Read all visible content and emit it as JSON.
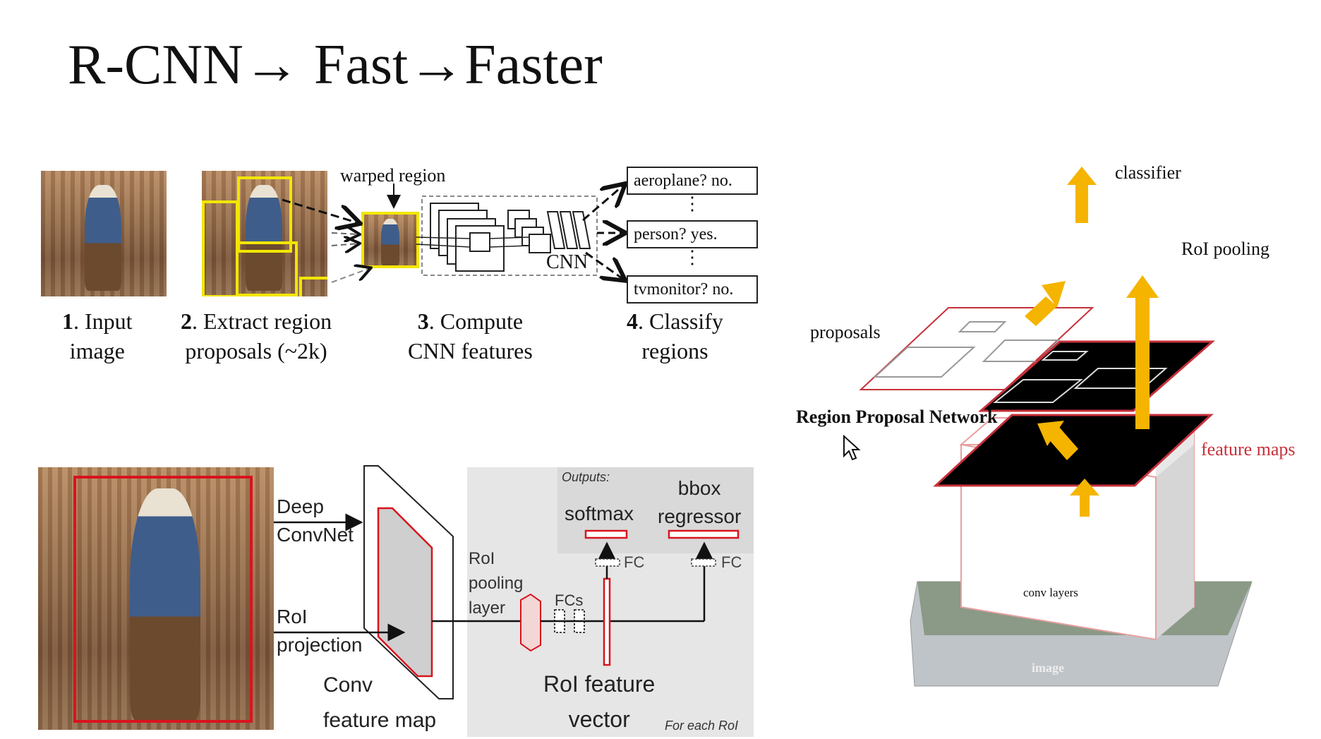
{
  "slide_title": "R-CNN→ Fast→Faster",
  "rcnn": {
    "warped_region": "warped region",
    "cnn": "CNN",
    "results": [
      "aeroplane? no.",
      "person? yes.",
      "tvmonitor? no."
    ],
    "dots": "⋮",
    "steps": [
      {
        "num": "1",
        "line1": ". Input",
        "line2": "image"
      },
      {
        "num": "2",
        "line1": ". Extract region",
        "line2": "proposals (~2k)"
      },
      {
        "num": "3",
        "line1": ". Compute",
        "line2": "CNN features"
      },
      {
        "num": "4",
        "line1": ". Classify",
        "line2": "regions"
      }
    ]
  },
  "fast_rcnn": {
    "deep_convnet_1": "Deep",
    "deep_convnet_2": "ConvNet",
    "roi_projection_1": "RoI",
    "roi_projection_2": "projection",
    "conv_feature_map_1": "Conv",
    "conv_feature_map_2": "feature map",
    "outputs": "Outputs:",
    "softmax": "softmax",
    "bbox_1": "bbox",
    "bbox_2": "regressor",
    "fc": "FC",
    "fc2": "FC",
    "roi_pooling_1": "RoI",
    "roi_pooling_2": "pooling",
    "roi_pooling_3": "layer",
    "fcs": "FCs",
    "roi_feature_1": "RoI feature",
    "roi_feature_2": "vector",
    "for_each_roi": "For each RoI"
  },
  "faster_rcnn": {
    "classifier": "classifier",
    "roi_pooling": "RoI pooling",
    "proposals": "proposals",
    "rpn": "Region Proposal Network",
    "feature_maps": "feature maps",
    "conv_layers": "conv layers",
    "image": "image"
  },
  "colors": {
    "arrow_orange": "#f5b400",
    "highlight_yellow": "#f2e600",
    "roi_red": "#d8141e",
    "panel_gray": "#e6e6e6"
  }
}
